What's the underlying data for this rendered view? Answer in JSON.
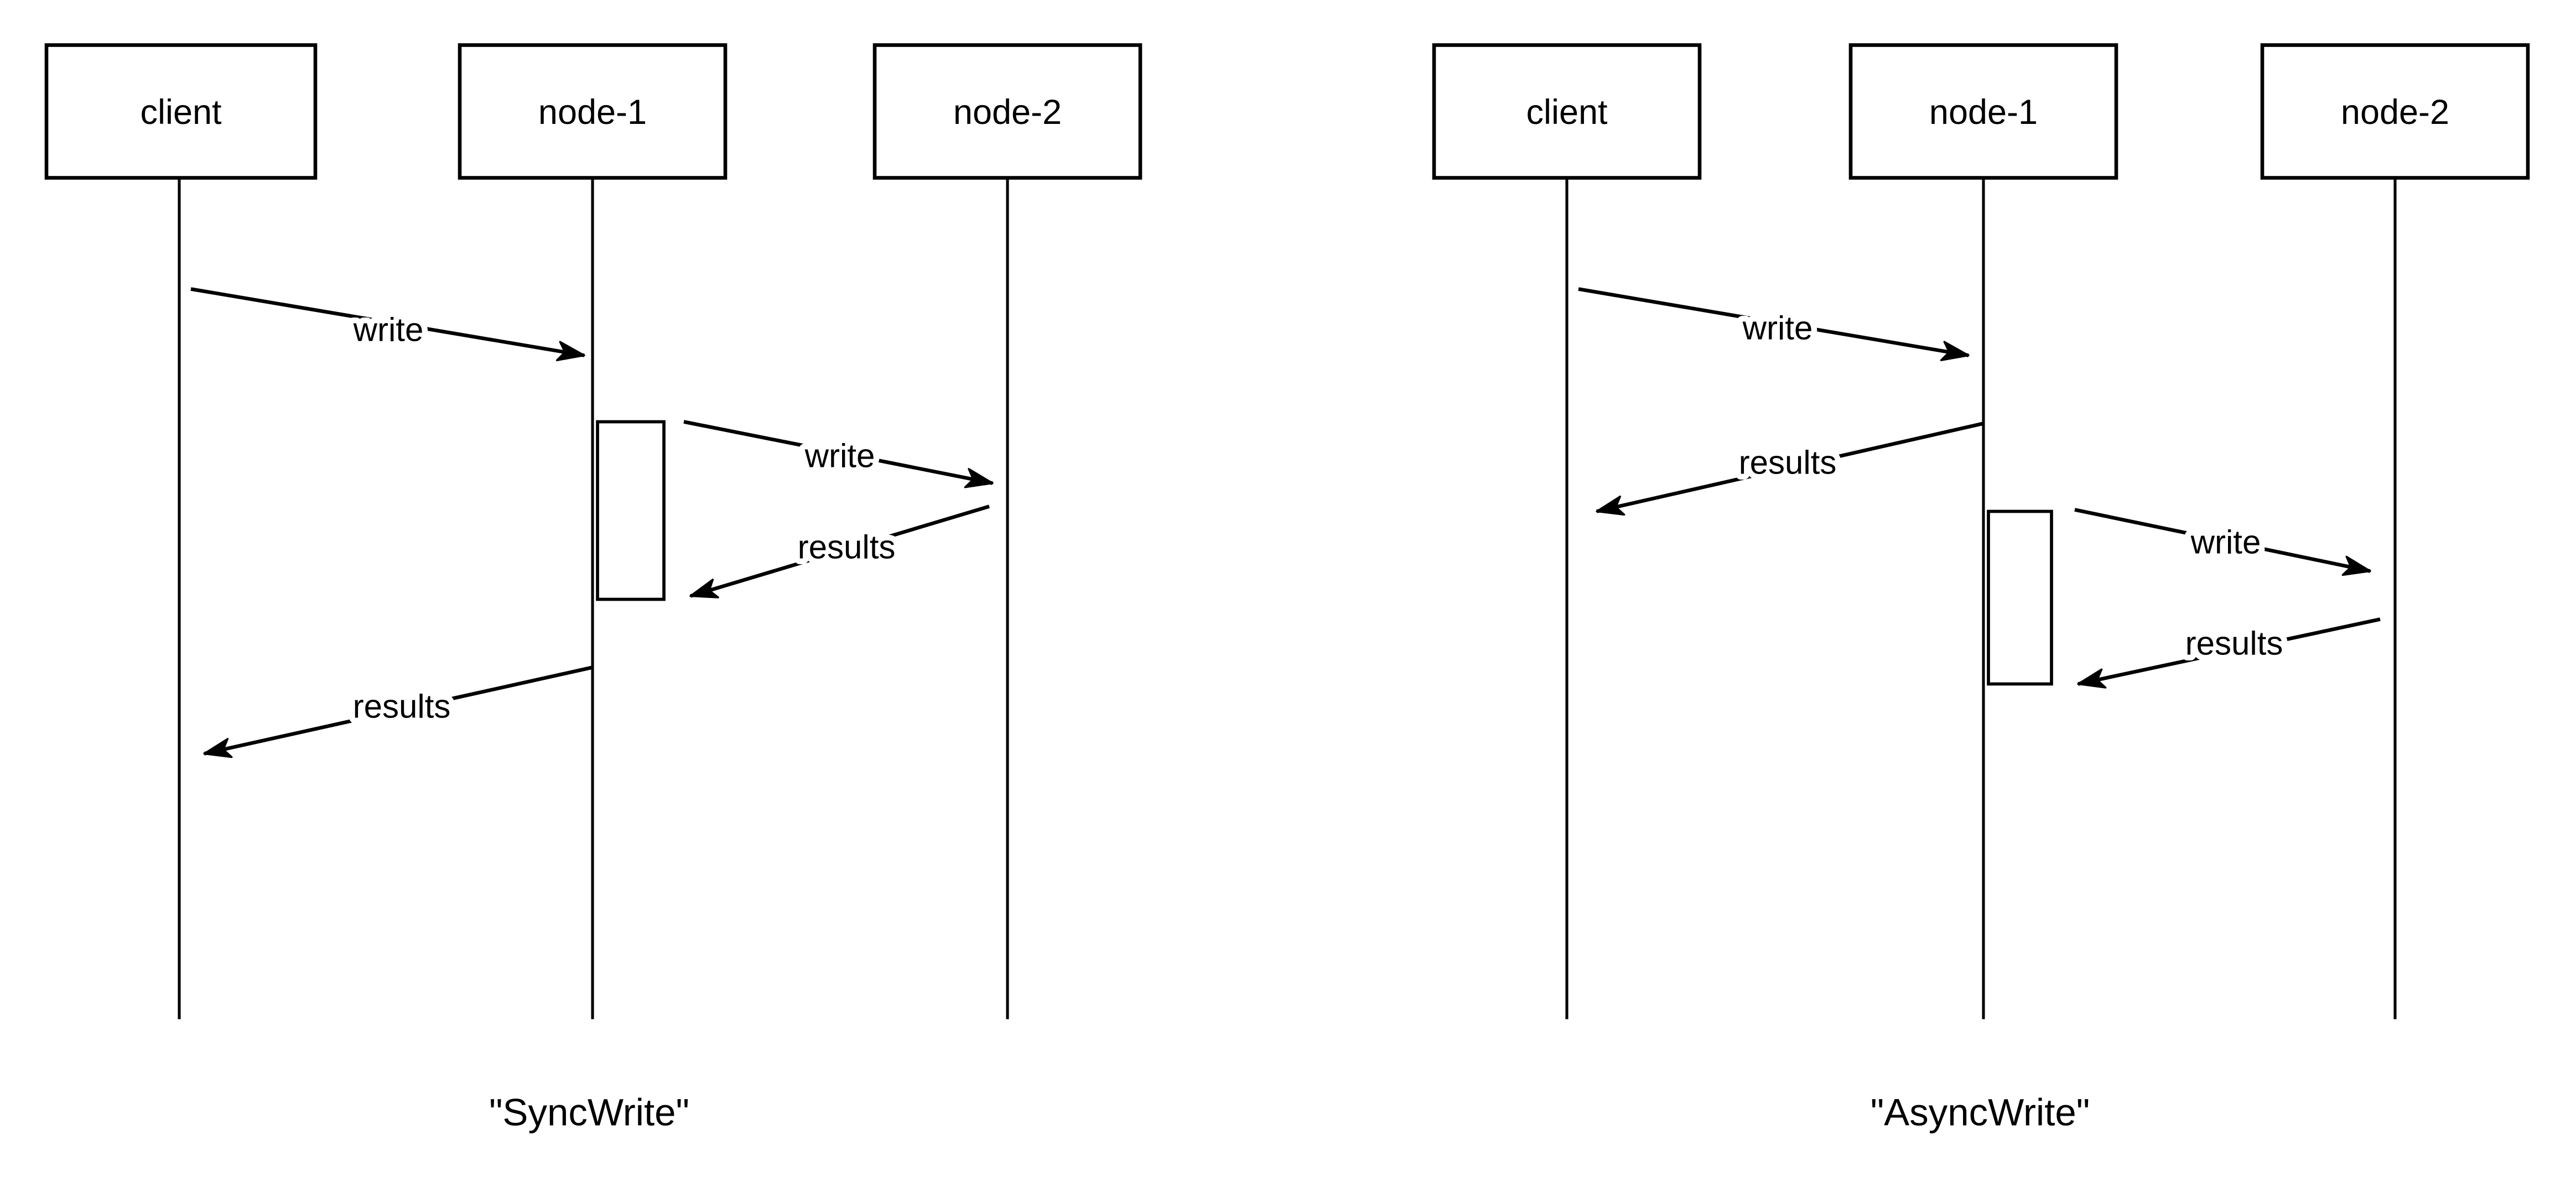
{
  "colors": {
    "background": "#ffffff",
    "line": "#000000",
    "text": "#000000"
  },
  "diagrams": [
    {
      "caption": "\"SyncWrite\"",
      "actors": [
        {
          "label": "client"
        },
        {
          "label": "node-1"
        },
        {
          "label": "node-2"
        }
      ],
      "messages": [
        {
          "label": "write",
          "from": "client",
          "to": "node-1"
        },
        {
          "label": "write",
          "from": "node-1",
          "to": "node-2"
        },
        {
          "label": "results",
          "from": "node-2",
          "to": "node-1"
        },
        {
          "label": "results",
          "from": "node-1",
          "to": "client"
        }
      ]
    },
    {
      "caption": "\"AsyncWrite\"",
      "actors": [
        {
          "label": "client"
        },
        {
          "label": "node-1"
        },
        {
          "label": "node-2"
        }
      ],
      "messages": [
        {
          "label": "write",
          "from": "client",
          "to": "node-1"
        },
        {
          "label": "results",
          "from": "node-1",
          "to": "client"
        },
        {
          "label": "write",
          "from": "node-1",
          "to": "node-2"
        },
        {
          "label": "results",
          "from": "node-2",
          "to": "node-1"
        }
      ]
    }
  ]
}
